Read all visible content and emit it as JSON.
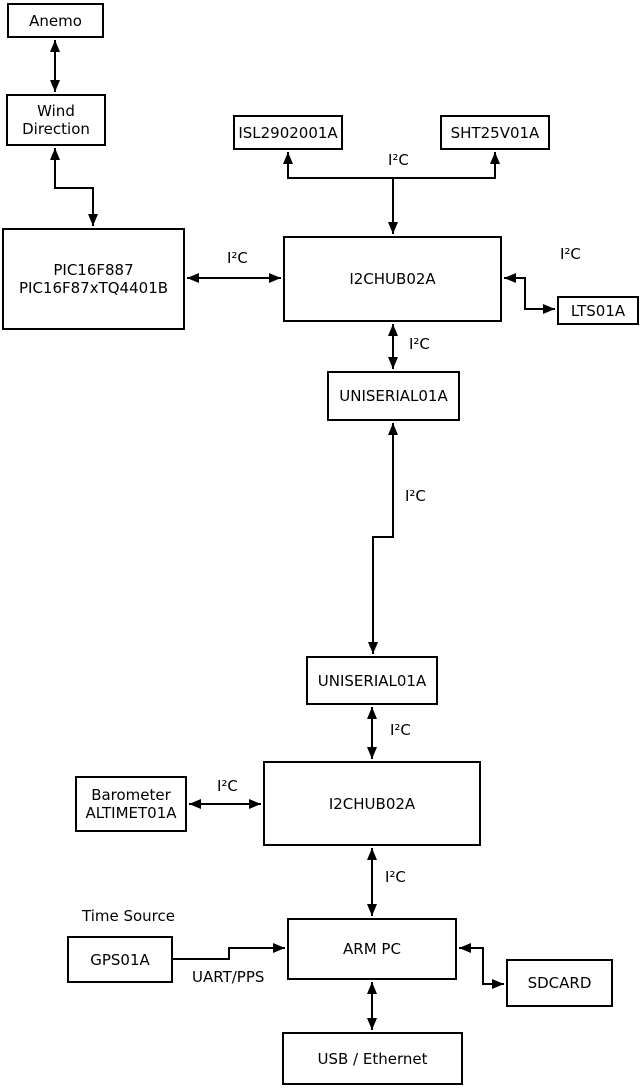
{
  "diagram": {
    "type": "block-diagram",
    "colors": {
      "background": "#ffffff",
      "line": "#000000",
      "text": "#000000",
      "node_fill": "#ffffff"
    },
    "nodes": {
      "anemo": {
        "label": "Anemo"
      },
      "wind_direction": {
        "line1": "Wind",
        "line2": "Direction"
      },
      "pic": {
        "line1": "PIC16F887",
        "line2": "PIC16F87xTQ4401B"
      },
      "isl": {
        "label": "ISL2902001A"
      },
      "sht": {
        "label": "SHT25V01A"
      },
      "i2chub_top": {
        "label": "I2CHUB02A"
      },
      "lts": {
        "label": "LTS01A"
      },
      "uniserial_top": {
        "label": "UNISERIAL01A"
      },
      "uniserial_bottom": {
        "label": "UNISERIAL01A"
      },
      "i2chub_bottom": {
        "label": "I2CHUB02A"
      },
      "barometer": {
        "line1": "Barometer",
        "line2": "ALTIMET01A"
      },
      "gps": {
        "label": "GPS01A"
      },
      "arm_pc": {
        "label": "ARM PC"
      },
      "sdcard": {
        "label": "SDCARD"
      },
      "usb_ethernet": {
        "label": "USB / Ethernet"
      }
    },
    "edge_labels": {
      "i2c_sensors": "I²C",
      "i2c_pic_hub": "I²C",
      "i2c_hub_lts": "I²C",
      "i2c_hub_uniserial": "I²C",
      "i2c_uniserial_link": "I²C",
      "i2c_uniserial_hub2": "I²C",
      "i2c_barometer_hub2": "I²C",
      "i2c_hub2_armpc": "I²C",
      "time_source": "Time Source",
      "uart_pps": "UART/PPS"
    }
  }
}
